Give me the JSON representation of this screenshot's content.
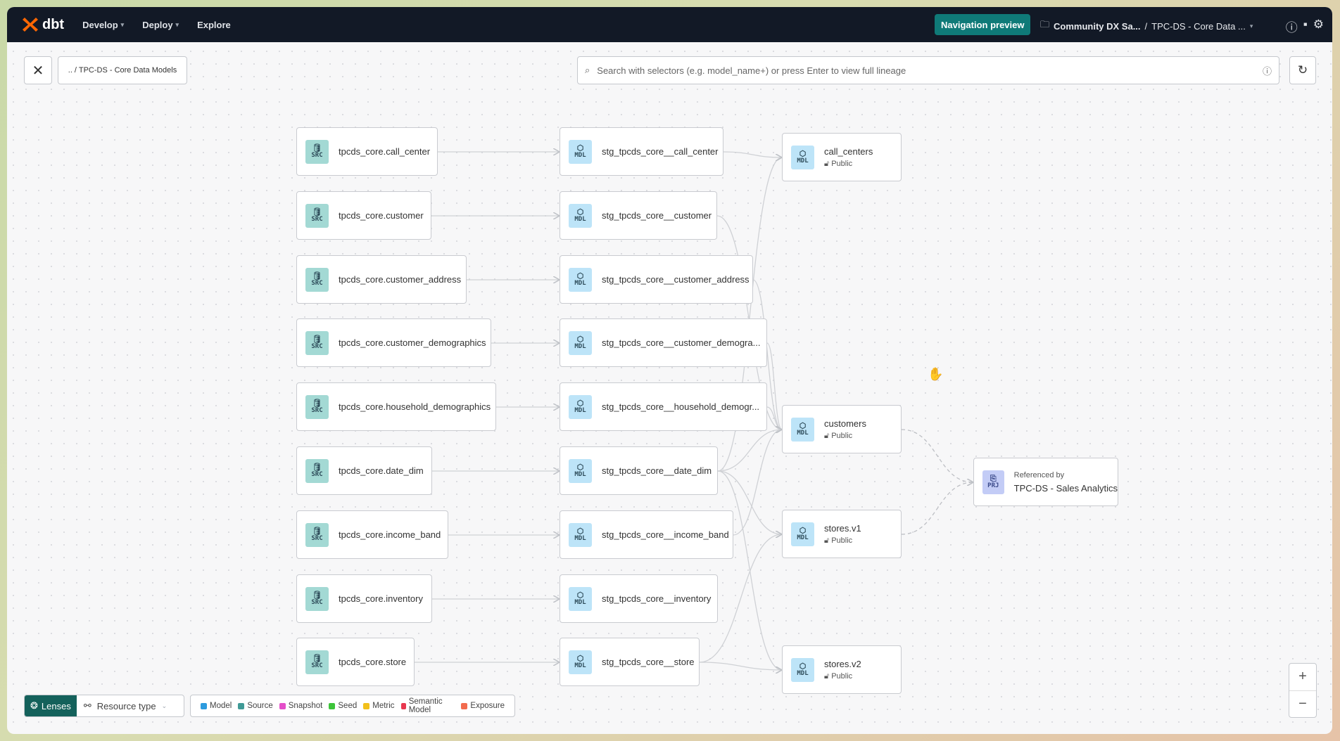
{
  "topbar": {
    "brand": "dbt",
    "nav": [
      {
        "label": "Develop",
        "dropdown": true
      },
      {
        "label": "Deploy",
        "dropdown": true
      },
      {
        "label": "Explore",
        "dropdown": false
      }
    ],
    "nav_preview": "Navigation preview",
    "project": "Community DX Sa...",
    "separator": "/",
    "environment": "TPC-DS - Core Data ...",
    "icons": [
      "help-icon",
      "feedback-icon",
      "gear-icon"
    ]
  },
  "toolbar": {
    "breadcrumb": ".. / TPC-DS - Core Data Models",
    "search_placeholder": "Search with selectors (e.g. model_name+) or press Enter to view full lineage"
  },
  "sources": [
    {
      "name": "tpcds_core.call_center",
      "badge": "SRC"
    },
    {
      "name": "tpcds_core.customer",
      "badge": "SRC"
    },
    {
      "name": "tpcds_core.customer_address",
      "badge": "SRC"
    },
    {
      "name": "tpcds_core.customer_demographics",
      "badge": "SRC"
    },
    {
      "name": "tpcds_core.household_demographics",
      "badge": "SRC"
    },
    {
      "name": "tpcds_core.date_dim",
      "badge": "SRC"
    },
    {
      "name": "tpcds_core.income_band",
      "badge": "SRC"
    },
    {
      "name": "tpcds_core.inventory",
      "badge": "SRC"
    },
    {
      "name": "tpcds_core.store",
      "badge": "SRC"
    }
  ],
  "staging": [
    {
      "name": "stg_tpcds_core__call_center",
      "badge": "MDL"
    },
    {
      "name": "stg_tpcds_core__customer",
      "badge": "MDL"
    },
    {
      "name": "stg_tpcds_core__customer_address",
      "badge": "MDL"
    },
    {
      "name": "stg_tpcds_core__customer_demogra...",
      "badge": "MDL"
    },
    {
      "name": "stg_tpcds_core__household_demogr...",
      "badge": "MDL"
    },
    {
      "name": "stg_tpcds_core__date_dim",
      "badge": "MDL"
    },
    {
      "name": "stg_tpcds_core__income_band",
      "badge": "MDL"
    },
    {
      "name": "stg_tpcds_core__inventory",
      "badge": "MDL"
    },
    {
      "name": "stg_tpcds_core__store",
      "badge": "MDL"
    }
  ],
  "models": [
    {
      "name": "call_centers",
      "access": "Public",
      "badge": "MDL"
    },
    {
      "name": "customers",
      "access": "Public",
      "badge": "MDL"
    },
    {
      "name": "stores.v1",
      "access": "Public",
      "badge": "MDL"
    },
    {
      "name": "stores.v2",
      "access": "Public",
      "badge": "MDL"
    }
  ],
  "project_ref": {
    "label": "Referenced by",
    "name": "TPC-DS - Sales Analytics",
    "badge": "PRJ"
  },
  "edges_staging_to_models": [
    [
      0,
      0
    ],
    [
      1,
      1
    ],
    [
      2,
      1
    ],
    [
      3,
      1
    ],
    [
      4,
      1
    ],
    [
      5,
      0
    ],
    [
      5,
      1
    ],
    [
      5,
      2
    ],
    [
      5,
      3
    ],
    [
      6,
      1
    ],
    [
      8,
      2
    ],
    [
      8,
      3
    ]
  ],
  "edges_models_to_project": [
    1,
    2
  ],
  "lenses": {
    "label": "Lenses",
    "resource_type": "Resource type"
  },
  "legend": [
    {
      "label": "Model",
      "color": "#2d9bde"
    },
    {
      "label": "Source",
      "color": "#3f9a96"
    },
    {
      "label": "Snapshot",
      "color": "#e44fc9"
    },
    {
      "label": "Seed",
      "color": "#3dc43a"
    },
    {
      "label": "Metric",
      "color": "#f2c01c"
    },
    {
      "label": "Semantic Model",
      "color": "#e8384f"
    },
    {
      "label": "Exposure",
      "color": "#f26b4e"
    }
  ],
  "zoom": {
    "in": "+",
    "out": "−"
  }
}
